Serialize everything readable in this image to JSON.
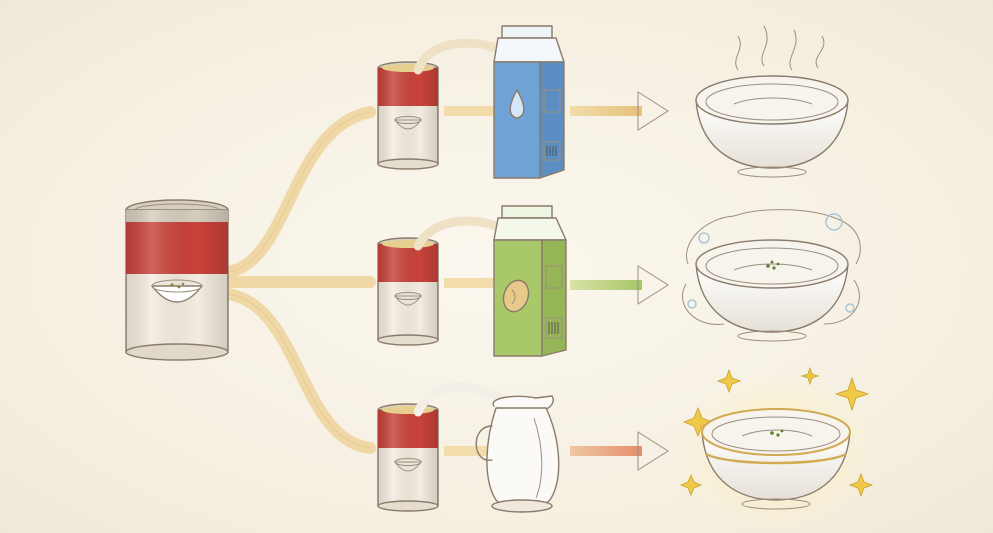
{
  "diagram": {
    "source": {
      "item": "soup-can",
      "icon": "soup-can-icon"
    },
    "branches": [
      {
        "additive": "water-carton",
        "additive_icon": "water-carton-icon",
        "result": "plain-soup-bowl",
        "result_effect": "steam",
        "arrow_color": "#e9c98a"
      },
      {
        "additive": "soy-milk-carton",
        "additive_icon": "soy-milk-carton-icon",
        "result": "garnished-soup-bowl",
        "result_effect": "bubbles",
        "arrow_color": "#b9cf7e"
      },
      {
        "additive": "cream-pitcher",
        "additive_icon": "cream-pitcher-icon",
        "result": "creamy-soup-bowl",
        "result_effect": "sparkles",
        "arrow_color": "#e99a7a"
      }
    ],
    "colors": {
      "can_red": "#c8423a",
      "can_label": "#f3ece0",
      "soup": "#e9d49a",
      "carton_blue": "#6fa3d6",
      "carton_green": "#a9c86a",
      "flow_path": "#f0d7a4"
    }
  }
}
